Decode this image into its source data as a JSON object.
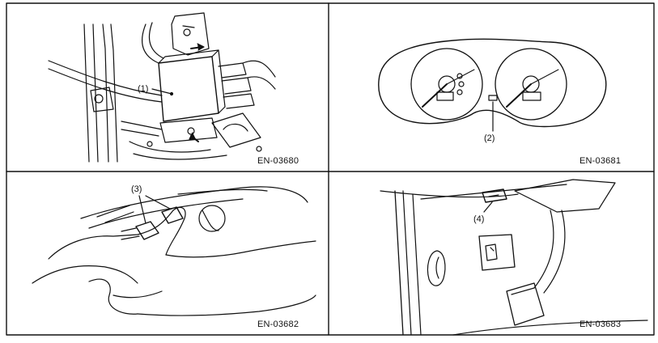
{
  "panels": [
    {
      "code": "EN-03680",
      "callouts": [
        "(1)"
      ]
    },
    {
      "code": "EN-03681",
      "callouts": [
        "(2)"
      ]
    },
    {
      "code": "EN-03682",
      "callouts": [
        "(3)"
      ]
    },
    {
      "code": "EN-03683",
      "callouts": [
        "(4)"
      ]
    }
  ],
  "colors": {
    "line": "#111111",
    "background": "#ffffff"
  }
}
